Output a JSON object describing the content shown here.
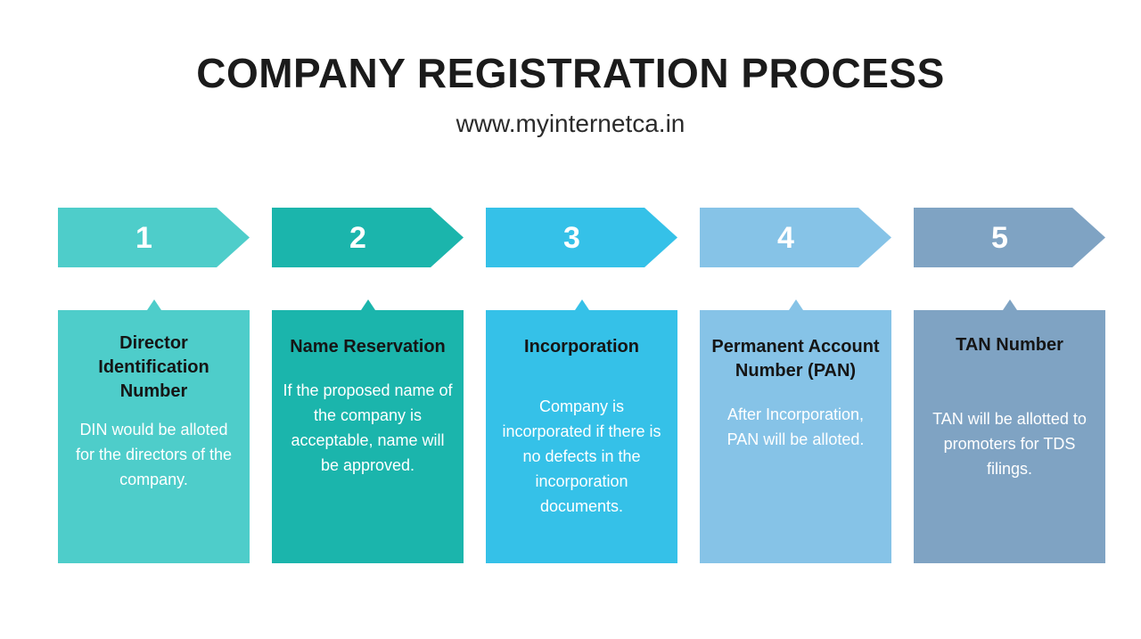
{
  "header": {
    "title": "COMPANY REGISTRATION PROCESS",
    "subtitle": "www.myinternetca.in"
  },
  "palette": {
    "background": "#ffffff",
    "title_color": "#1b1b1b",
    "card_title_color": "#151515",
    "card_body_color": "#ffffff",
    "step_colors": [
      "#4ECDCA",
      "#1BB5AC",
      "#35C1E8",
      "#86C3E7",
      "#7FA3C3"
    ]
  },
  "steps": [
    {
      "number": "1",
      "title": "Director Identification Number",
      "body": "DIN would be alloted for the directors of the company.",
      "color": "#4ECDCA"
    },
    {
      "number": "2",
      "title": "Name Reservation",
      "body": "If the proposed name of the company is acceptable, name will be approved.",
      "color": "#1BB5AC"
    },
    {
      "number": "3",
      "title": "Incorporation",
      "body": "Company is incorporated if there is no defects in the incorporation documents.",
      "color": "#35C1E8"
    },
    {
      "number": "4",
      "title": "Permanent Account Number (PAN)",
      "body": "After Incorporation, PAN will be alloted.",
      "color": "#86C3E7"
    },
    {
      "number": "5",
      "title": "TAN Number",
      "body": "TAN will be allotted to promoters for TDS filings.",
      "color": "#7FA3C3"
    }
  ]
}
